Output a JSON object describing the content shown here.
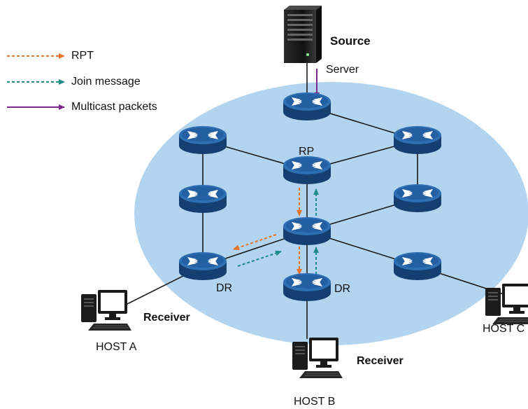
{
  "legend": {
    "rpt": "RPT",
    "join": "Join message",
    "multicast": "Multicast packets"
  },
  "source": {
    "title": "Source",
    "server": "Server"
  },
  "labels": {
    "rp": "RP",
    "dr_left": "DR",
    "dr_center": "DR",
    "receiver_a": "Receiver",
    "receiver_b": "Receiver",
    "host_a": "HOST A",
    "host_b": "HOST B",
    "host_c": "HOST C"
  },
  "colors": {
    "rpt": "#e8732a",
    "join": "#1f8a8a",
    "multicast": "#7b2a8c",
    "network": "#b3d4ee",
    "router": "#1f5b9e"
  },
  "icons": [
    "server-icon",
    "router-icon",
    "computer-icon"
  ]
}
